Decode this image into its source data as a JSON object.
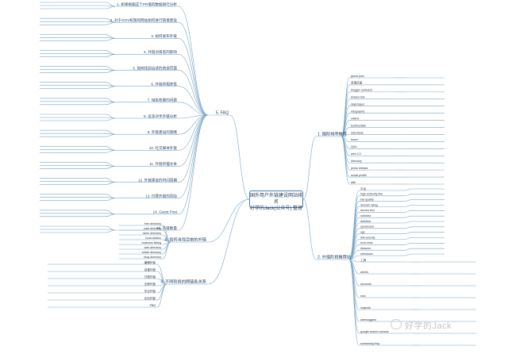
{
  "center": {
    "line1": "国外用户外链建设网站排名",
    "line2": "好学的Jack(公众号) 整理"
  },
  "branches": {
    "faq": "5. FAQ",
    "site_ranking": "1. 国际排序推荐",
    "top_sites": "2. 外链阶段推荐站",
    "directory": "4. 如何寻找目前的外链",
    "link_types": "3. 不同阶段的网链条关系"
  },
  "left_tiny_rows": [
    "1. 如果根据这个PR值的数据进行分析",
    "2. 对于GOV权限的网站如何进行链接建设",
    "3. 如何发布外链",
    "4. 外链对排名的影响",
    "5. 如何找到合适的资源页面",
    "6. 外链的相关性",
    "7. 域名权重的问题",
    "8. 竞争对手外链分析",
    "9. 外链建设的策略",
    "10. 社交媒体外链",
    "11. 外链的锚文本",
    "12. 外链建设的时间周期",
    "13. 付费外链的风险",
    "14. Guest Post",
    "15. 外链数量"
  ],
  "right_top_rows": [
    "guest post",
    "资源页面",
    "blogger outreach",
    "broken link",
    "skyscraper",
    "infographic",
    "HARO",
    "testimonials",
    "interviews",
    "forum",
    "Q&A",
    "web 2.0",
    "directory",
    "press release",
    "social profile",
    "wiki"
  ],
  "right_mid_rows": [
    "平台",
    "high authority link",
    "low quality",
    "domain rating",
    "anchor text",
    "nofollow",
    "dofollow",
    "sponsored",
    "ugc",
    "link velocity",
    "toxic links",
    "disavow",
    "relevance"
  ],
  "right_bottom_rows": [
    "工具",
    "ahrefs",
    "semrush",
    "moz",
    "majestic",
    "ubersuggest",
    "google search console",
    "screaming frog"
  ],
  "directory_rows": [
    "free directory",
    "paid directory",
    "niche directory",
    "local citation",
    "business listing",
    "web directory",
    "article directory",
    "blog directory"
  ],
  "link_type_rows": [
    "编辑外链",
    "自建外链",
    "付费外链",
    "交换外链",
    "评论外链",
    "论坛外链",
    "PBN"
  ],
  "watermark": "好学的Jack"
}
